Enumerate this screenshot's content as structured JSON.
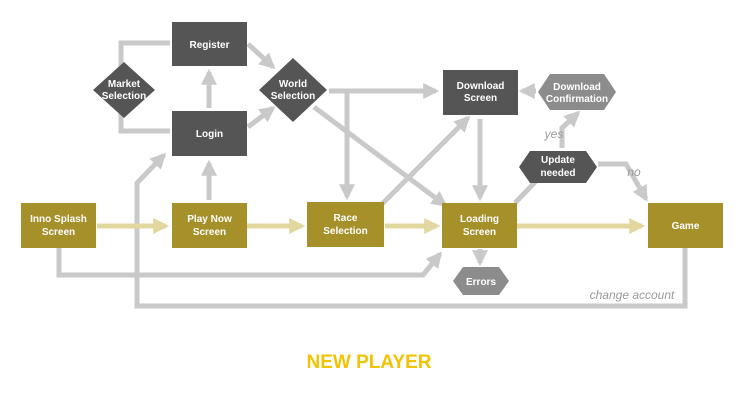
{
  "title": "NEW PLAYER",
  "colors": {
    "gold": "#a6902a",
    "dark": "#555555",
    "connector": "#c9c9c9",
    "main_path": "#e3d7a0",
    "edge_label": "#9a9a9a",
    "title": "#f2c300"
  },
  "nodes": {
    "register": "Register",
    "market_selection": [
      "Market",
      "Selection"
    ],
    "login": "Login",
    "world_selection": [
      "World",
      "Selection"
    ],
    "download_screen": [
      "Download",
      "Screen"
    ],
    "download_confirmation": [
      "Download",
      "Confirmation"
    ],
    "update_needed": [
      "Update",
      "needed"
    ],
    "inno_splash": [
      "Inno Splash",
      "Screen"
    ],
    "play_now": [
      "Play Now",
      "Screen"
    ],
    "race_selection": [
      "Race",
      "Selection"
    ],
    "loading_screen": [
      "Loading",
      "Screen"
    ],
    "game": "Game",
    "errors": "Errors"
  },
  "edge_labels": {
    "yes": "yes",
    "no": "no",
    "change_account": "change account"
  }
}
